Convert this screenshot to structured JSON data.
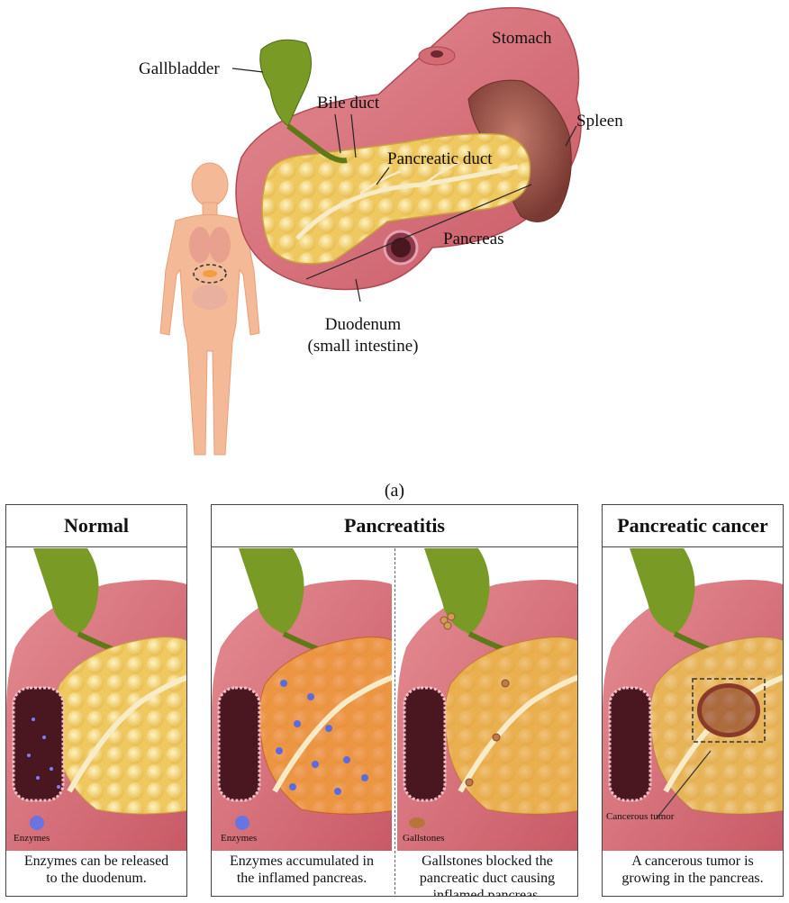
{
  "top": {
    "labels": {
      "stomach": "Stomach",
      "gallbladder": "Gallbladder",
      "bile_duct": "Bile duct",
      "spleen": "Spleen",
      "pancreatic_duct": "Pancreatic duct",
      "pancreas": "Pancreas",
      "duodenum": "Duodenum",
      "small_intestine": "(small intestine)"
    },
    "caption": "(a)"
  },
  "panels": {
    "normal": {
      "title": "Normal",
      "legend": "Enzymes",
      "caption_lines": [
        "Enzymes can be released",
        "to the duodenum."
      ]
    },
    "pancreatitis": {
      "title": "Pancreatitis",
      "left": {
        "legend": "Enzymes",
        "caption_lines": [
          "Enzymes accumulated in",
          "the inflamed pancreas."
        ]
      },
      "right": {
        "legend": "Gallstones",
        "caption_lines": [
          "Gallstones blocked the",
          "pancreatic duct causing",
          "inflamed pancreas."
        ]
      }
    },
    "cancer": {
      "title": "Pancreatic cancer",
      "legend": "Cancerous tumor",
      "caption_lines": [
        "A cancerous tumor is",
        "growing in the pancreas."
      ]
    }
  },
  "colors": {
    "stomach": "#d9707a",
    "pancreas": "#f2d27a",
    "gallbladder": "#6f8a1e",
    "spleen": "#9b4f45",
    "duodenum_lumen": "#4a1620",
    "inflamed": "#e8702a",
    "enzyme": "#5a6be0",
    "tumor": "#8a3a2a"
  }
}
